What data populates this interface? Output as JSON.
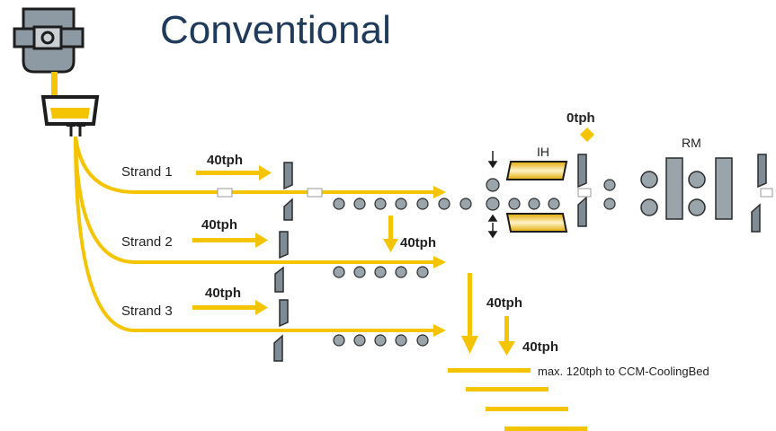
{
  "title": "Conventional",
  "strands": [
    {
      "label": "Strand 1",
      "rate": "40tph"
    },
    {
      "label": "Strand 2",
      "rate": "40tph"
    },
    {
      "label": "Strand 3",
      "rate": "40tph"
    }
  ],
  "flows": {
    "strand2_down": "40tph",
    "down_a": "40tph",
    "down_b": "40tph",
    "ih_feed": "0tph"
  },
  "stations": {
    "ih": "IH",
    "rm": "RM"
  },
  "cooling_bed_note": "max. 120tph to CCM-CoolingBed",
  "colors": {
    "flow": "#f5c400",
    "equip": "#7f8c95",
    "outline": "#2b2b2b",
    "title": "#1f3a5a"
  }
}
